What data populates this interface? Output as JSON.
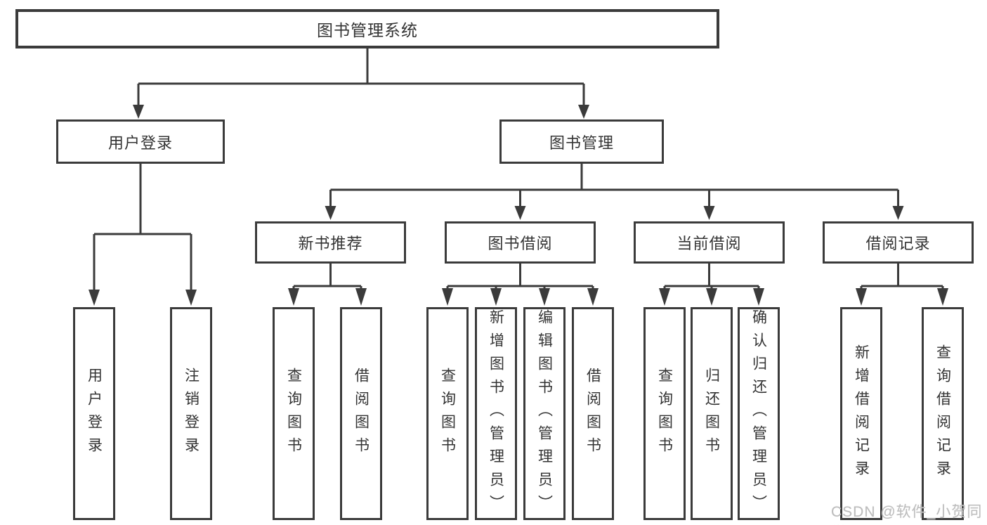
{
  "diagram": {
    "title_node": {
      "label": "图书管理系统"
    },
    "level2": [
      {
        "label": "用户登录"
      },
      {
        "label": "图书管理"
      }
    ],
    "level3": [
      {
        "label": "新书推荐"
      },
      {
        "label": "图书借阅"
      },
      {
        "label": "当前借阅"
      },
      {
        "label": "借阅记录"
      }
    ],
    "leaves": [
      {
        "label": "用户登录"
      },
      {
        "label": "注销登录"
      },
      {
        "label": "查询图书"
      },
      {
        "label": "借阅图书"
      },
      {
        "label": "查询图书"
      },
      {
        "label": "新增图书（管理员）"
      },
      {
        "label": "编辑图书（管理员）"
      },
      {
        "label": "借阅图书"
      },
      {
        "label": "查询图书"
      },
      {
        "label": "归还图书"
      },
      {
        "label": "确认归还（管理员）"
      },
      {
        "label": "新增借阅记录"
      },
      {
        "label": "查询借阅记录"
      }
    ],
    "watermark": "CSDN @软件_小贺同学",
    "colors": {
      "line": "#3b3b3b",
      "text": "#333333",
      "box_background": "#ffffff",
      "page_background": "#ffffff",
      "watermark": "#bdbdbd"
    }
  }
}
